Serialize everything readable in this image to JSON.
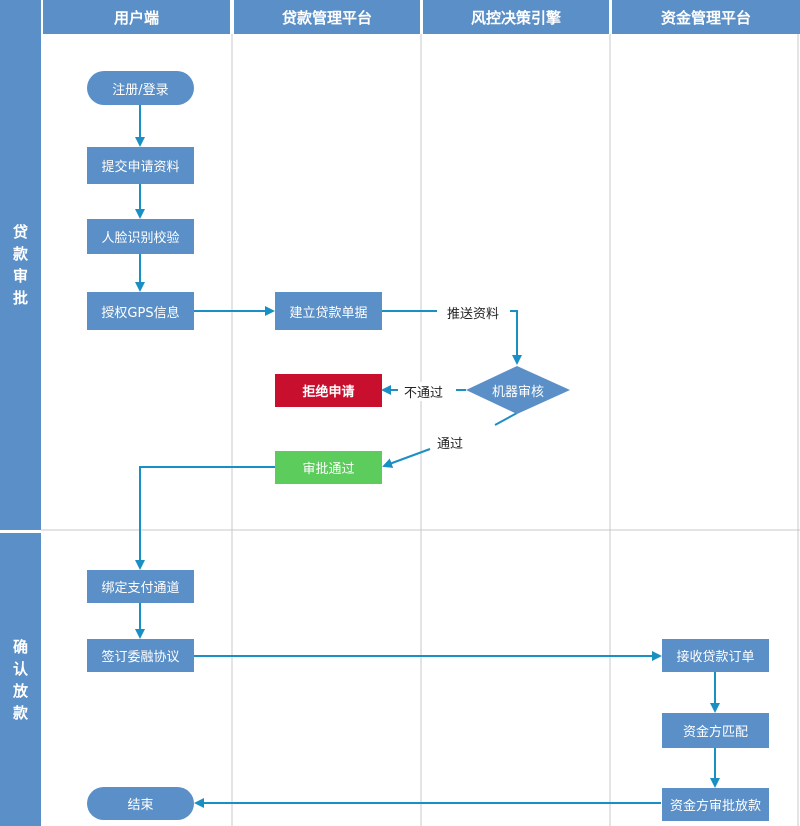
{
  "lanes": {
    "user": "用户端",
    "loan_platform": "贷款管理平台",
    "risk_engine": "风控决策引擎",
    "fund_platform": "资金管理平台"
  },
  "phases": {
    "approval": "贷款审批",
    "disbursement": "确认放款"
  },
  "nodes": {
    "register": "注册/登录",
    "submit": "提交申请资料",
    "face": "人脸识别校验",
    "gps": "授权GPS信息",
    "create_loan": "建立贷款单据",
    "machine_review": "机器审核",
    "reject": "拒绝申请",
    "approved": "审批通过",
    "bind_payment": "绑定支付通道",
    "sign": "签订委融协议",
    "receive_order": "接收贷款订单",
    "match_funder": "资金方匹配",
    "funder_approve": "资金方审批放款",
    "end": "结束"
  },
  "edge_labels": {
    "push": "推送资料",
    "fail": "不通过",
    "pass": "通过"
  },
  "colors": {
    "lane": "#5b8fc7",
    "arrow": "#1a8fc4",
    "reject": "#c8102e",
    "approve": "#5ccc5c",
    "grid": "#c8c8c8"
  }
}
